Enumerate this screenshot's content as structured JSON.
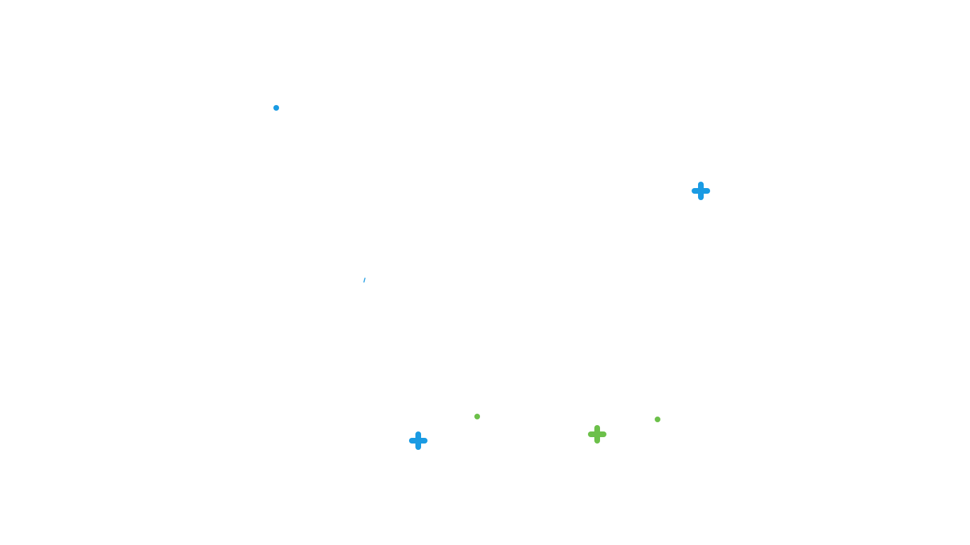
{
  "colors": {
    "background": "#ffffff",
    "blue": "#1a9be3",
    "green": "#6cc04a"
  },
  "decorations": [
    {
      "name": "blue-dot-icon",
      "shape": "dot",
      "color": "blue"
    },
    {
      "name": "blue-plus-icon",
      "shape": "plus",
      "color": "blue"
    },
    {
      "name": "blue-tick-icon",
      "shape": "tick",
      "color": "blue"
    },
    {
      "name": "green-dot-icon",
      "shape": "dot",
      "color": "green"
    },
    {
      "name": "blue-plus-icon",
      "shape": "plus",
      "color": "blue"
    },
    {
      "name": "green-plus-icon",
      "shape": "plus",
      "color": "green"
    },
    {
      "name": "green-dot-icon",
      "shape": "dot",
      "color": "green"
    }
  ]
}
